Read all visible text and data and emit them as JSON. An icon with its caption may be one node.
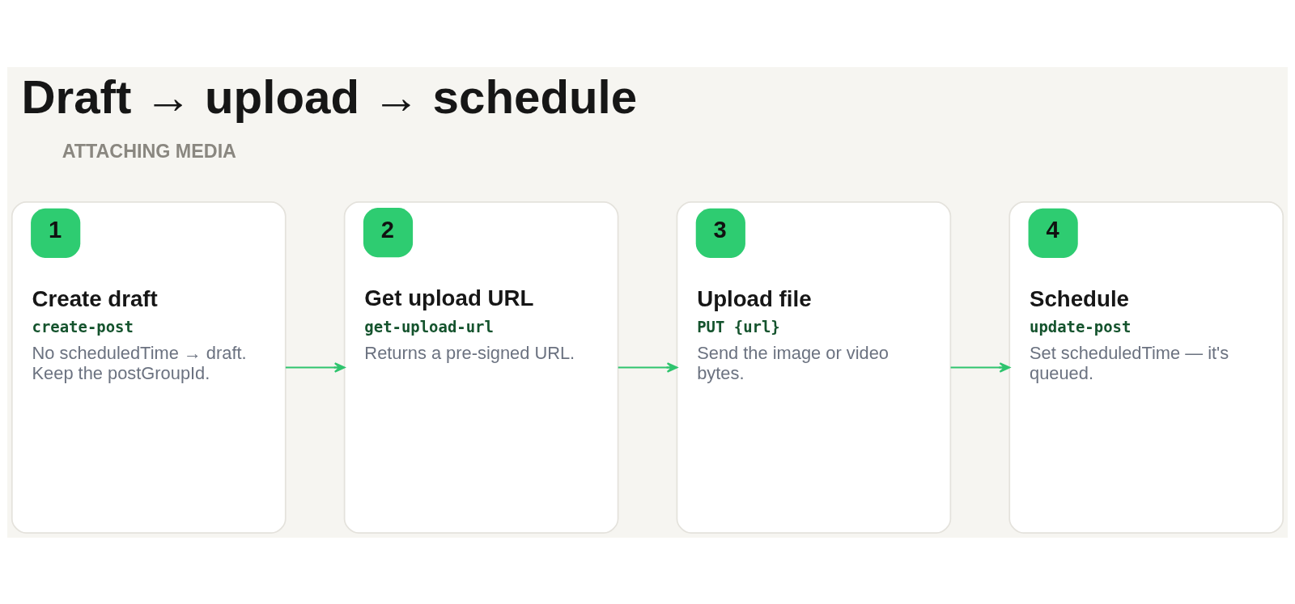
{
  "diagram": {
    "title": "Draft → upload → schedule",
    "nodes": [
      {
        "text": [
          "1",
          "Create draft",
          "create-post",
          "No scheduledTime → draft. Keep the postGroupId."
        ]
      },
      {
        "text": [
          "2",
          "Get upload URL",
          "get-upload-url",
          "Returns a pre-signed URL."
        ]
      },
      {
        "text": [
          "3",
          "Upload file",
          "PUT {url}",
          "Send the image or video bytes."
        ]
      },
      {
        "text": [
          "4",
          "Schedule",
          "update-post",
          "Set scheduledTime — it's queued."
        ]
      }
    ],
    "edges": [
      {
        "from": 0,
        "to": 1,
        "arrow": "to"
      },
      {
        "from": 1,
        "to": 2,
        "arrow": "to"
      },
      {
        "from": 2,
        "to": 3,
        "arrow": "to"
      }
    ],
    "labels": [
      "ATTACHING MEDIA"
    ]
  }
}
